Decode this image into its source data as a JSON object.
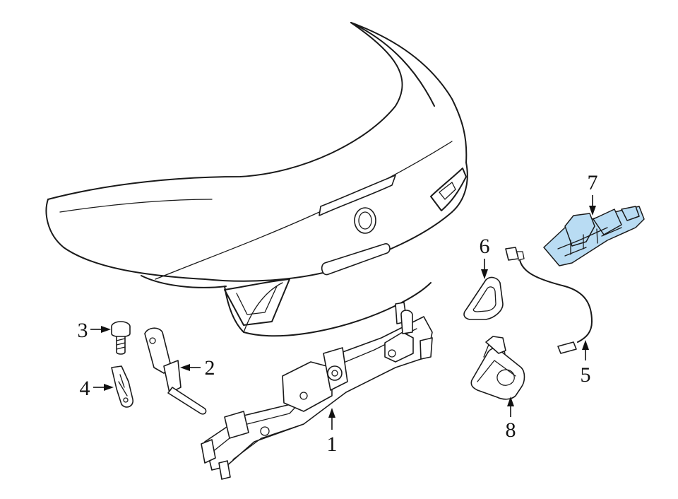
{
  "diagram": {
    "highlight_color": "#b9dcf3",
    "line_color": "#1a1a1a",
    "callouts": [
      {
        "label": "1",
        "part": "latch-mechanism"
      },
      {
        "label": "2",
        "part": "cable-bracket"
      },
      {
        "label": "3",
        "part": "bolt"
      },
      {
        "label": "4",
        "part": "clip"
      },
      {
        "label": "5",
        "part": "wiring-harness"
      },
      {
        "label": "6",
        "part": "handle-bezel"
      },
      {
        "label": "7",
        "part": "switch-module"
      },
      {
        "label": "8",
        "part": "handle-assembly"
      }
    ]
  }
}
